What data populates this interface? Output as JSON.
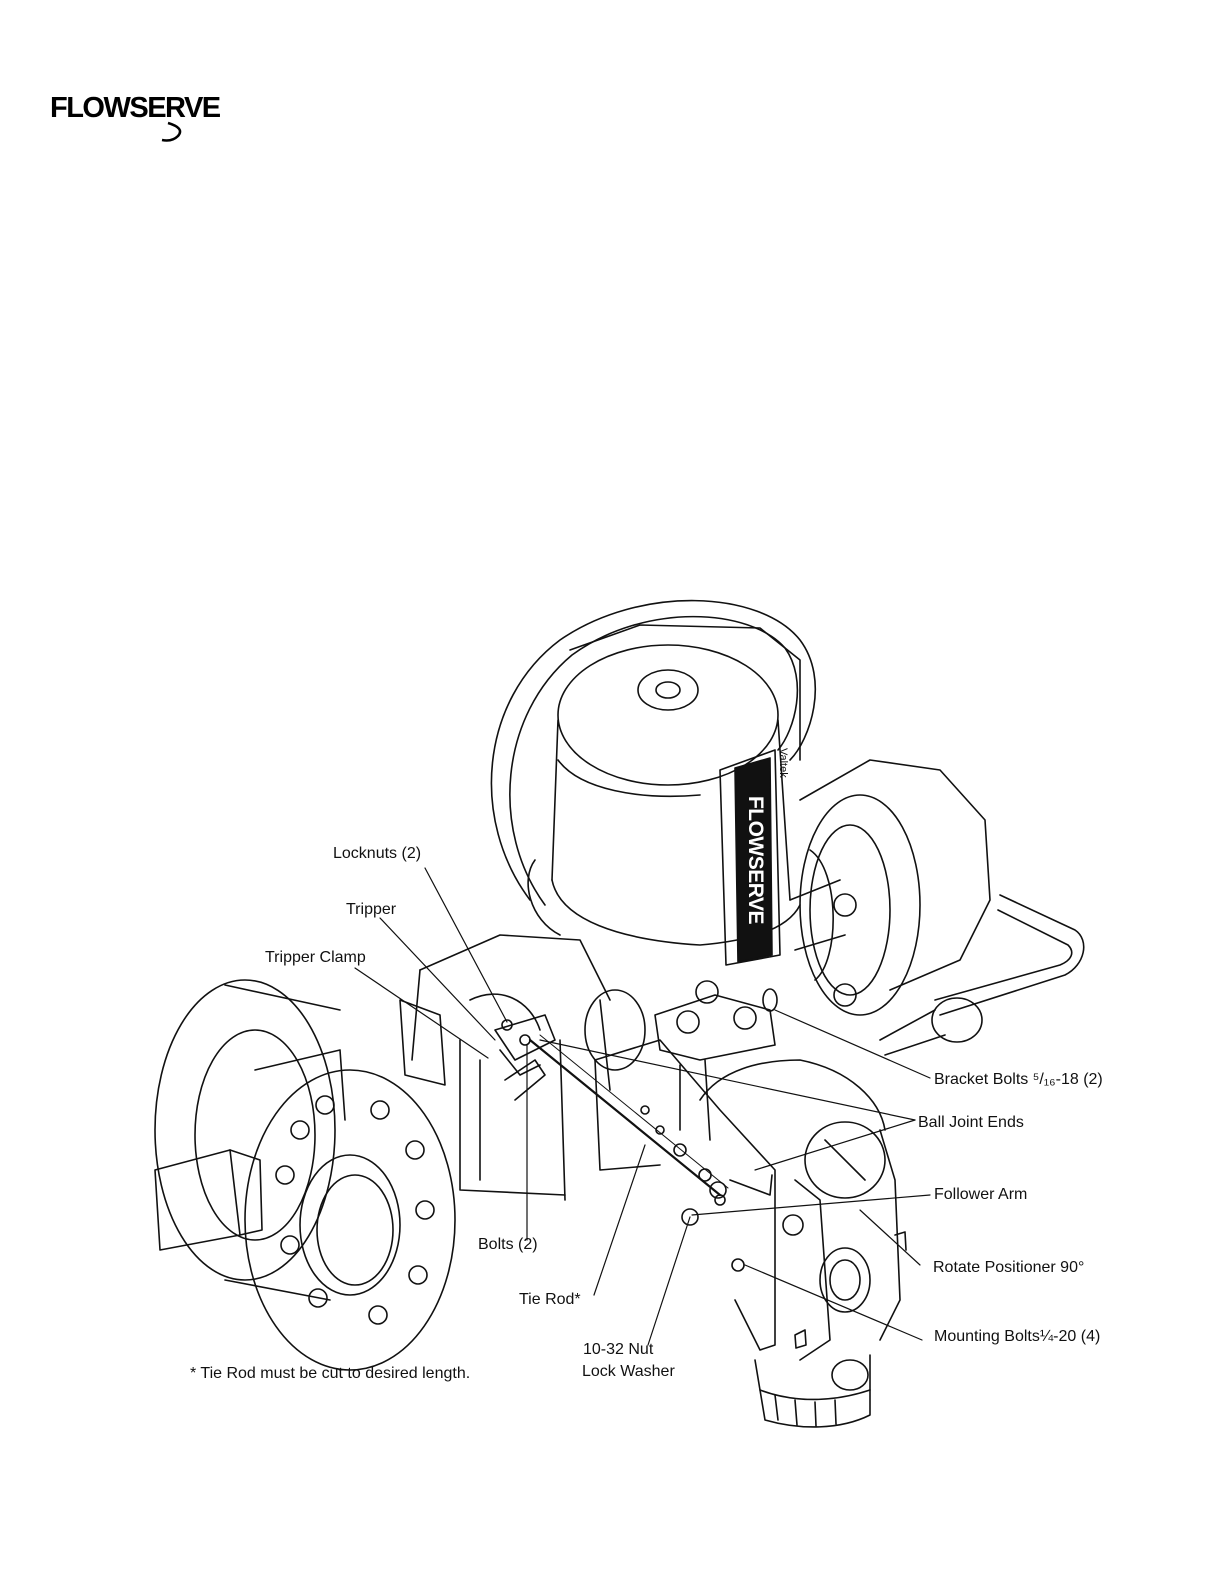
{
  "logo": {
    "text": "FLOWSERVE"
  },
  "product_label": {
    "brand_small": "Valtek",
    "brand_big": "FLOWSERVE"
  },
  "callouts": {
    "locknuts": "Locknuts (2)",
    "tripper": "Tripper",
    "tripper_clamp": "Tripper Clamp",
    "bracket_bolts": "Bracket Bolts ⁵/₁₆-18 (2)",
    "ball_joint_ends": "Ball Joint Ends",
    "follower_arm": "Follower Arm",
    "rotate_positioner": "Rotate Positioner 90°",
    "mounting_bolts": "Mounting Bolts¼-20 (4)",
    "bolts": "Bolts (2)",
    "tie_rod": "Tie Rod*",
    "nut_line1": "10-32 Nut",
    "nut_line2": "Lock Washer"
  },
  "footnote": "* Tie Rod must be cut to desired length."
}
